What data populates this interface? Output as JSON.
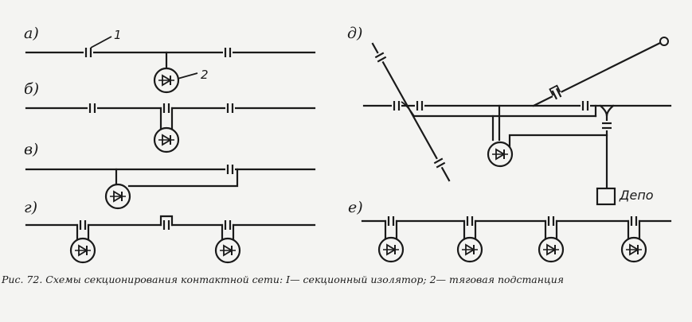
{
  "figure": {
    "panel_labels": {
      "a": "а)",
      "b": "б)",
      "v": "в)",
      "g": "г)",
      "d": "д)",
      "e": "е)"
    },
    "callouts": {
      "isolator_number": "1",
      "substation_number": "2"
    },
    "depot_label": "Депо",
    "caption": "Рис. 72. Схемы секционирования контактной сети: I— секционный изолятор; 2— тяговая подстанция"
  }
}
